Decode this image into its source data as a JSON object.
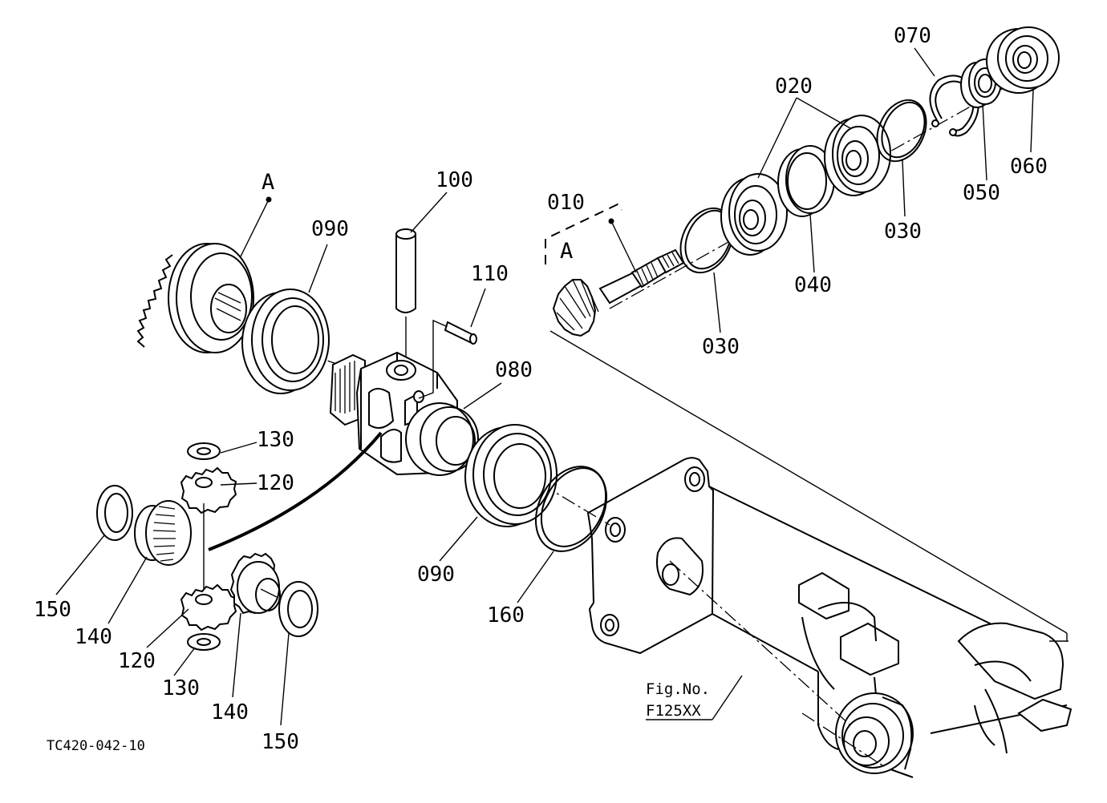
{
  "labels": {
    "p010": "010",
    "p020": "020",
    "p030a": "030",
    "p030b": "030",
    "p040": "040",
    "p050": "050",
    "p060": "060",
    "p070": "070",
    "p080": "080",
    "p090a": "090",
    "p090b": "090",
    "p100": "100",
    "p110": "110",
    "p120a": "120",
    "p120b": "120",
    "p130a": "130",
    "p130b": "130",
    "p140a": "140",
    "p140b": "140",
    "p150a": "150",
    "p150b": "150",
    "p160": "160",
    "refA1": "A",
    "refA2": "A"
  },
  "figure": {
    "fig_label": "Fig.No.",
    "fig_number": "F125XX",
    "drawing_code": "TC420-042-10"
  }
}
